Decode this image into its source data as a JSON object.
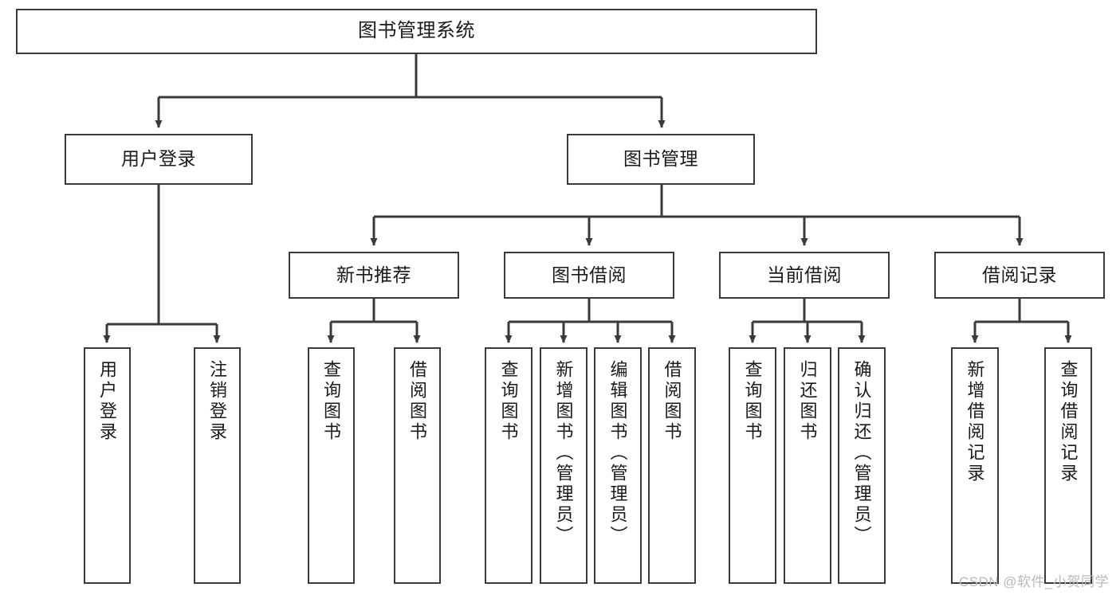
{
  "diagram": {
    "title": "图书管理系统",
    "type": "tree-hierarchy-chart",
    "watermark": "CSDN @软件_小贺同学",
    "colors": {
      "box_border": "#3a3a3a",
      "box_fill": "#ffffff",
      "connector": "#3a3a3a",
      "text": "#1a1a1a",
      "watermark": "#b9b9b9",
      "background": "#ffffff"
    },
    "levels": {
      "root": {
        "label": "图书管理系统"
      },
      "level2": [
        {
          "label": "用户登录"
        },
        {
          "label": "图书管理"
        }
      ],
      "level3": [
        {
          "label": "新书推荐"
        },
        {
          "label": "图书借阅"
        },
        {
          "label": "当前借阅"
        },
        {
          "label": "借阅记录"
        }
      ],
      "leaves": {
        "user_login": [
          {
            "label": "用户登录"
          },
          {
            "label": "注销登录"
          }
        ],
        "new_book_recommend": [
          {
            "label": "查询图书"
          },
          {
            "label": "借阅图书"
          }
        ],
        "book_borrow": [
          {
            "label": "查询图书"
          },
          {
            "label": "新增图书（管理员）"
          },
          {
            "label": "编辑图书（管理员）"
          },
          {
            "label": "借阅图书"
          }
        ],
        "current_borrow": [
          {
            "label": "查询图书"
          },
          {
            "label": "归还图书"
          },
          {
            "label": "确认归还（管理员）"
          }
        ],
        "borrow_record": [
          {
            "label": "新增借阅记录"
          },
          {
            "label": "查询借阅记录"
          }
        ]
      }
    }
  }
}
